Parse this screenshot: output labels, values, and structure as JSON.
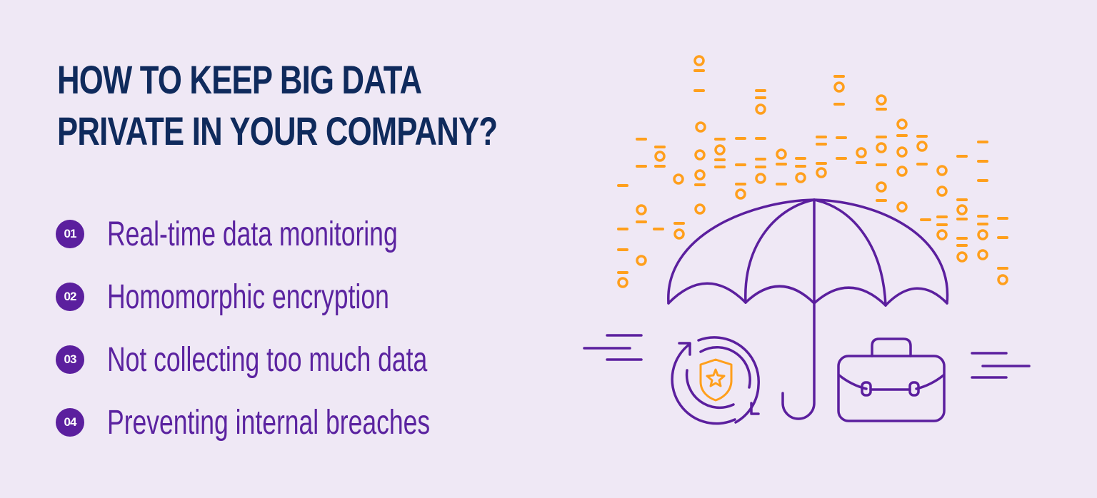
{
  "title": {
    "line1": "HOW TO KEEP BIG DATA",
    "line2": "PRIVATE IN YOUR COMPANY?"
  },
  "items": [
    {
      "number": "01",
      "label": "Real-time data monitoring"
    },
    {
      "number": "02",
      "label": "Homomorphic encryption"
    },
    {
      "number": "03",
      "label": "Not collecting too much data"
    },
    {
      "number": "04",
      "label": "Preventing internal breaches"
    }
  ],
  "illustration": {
    "icons": [
      "umbrella-icon",
      "binary-rain-icon",
      "shield-star-refresh-icon",
      "briefcase-icon",
      "speed-lines-icon"
    ]
  },
  "colors": {
    "background": "#EFE8F5",
    "title": "#0F2A5C",
    "accent_purple": "#5B1F9E",
    "accent_orange": "#FF9F1C"
  }
}
